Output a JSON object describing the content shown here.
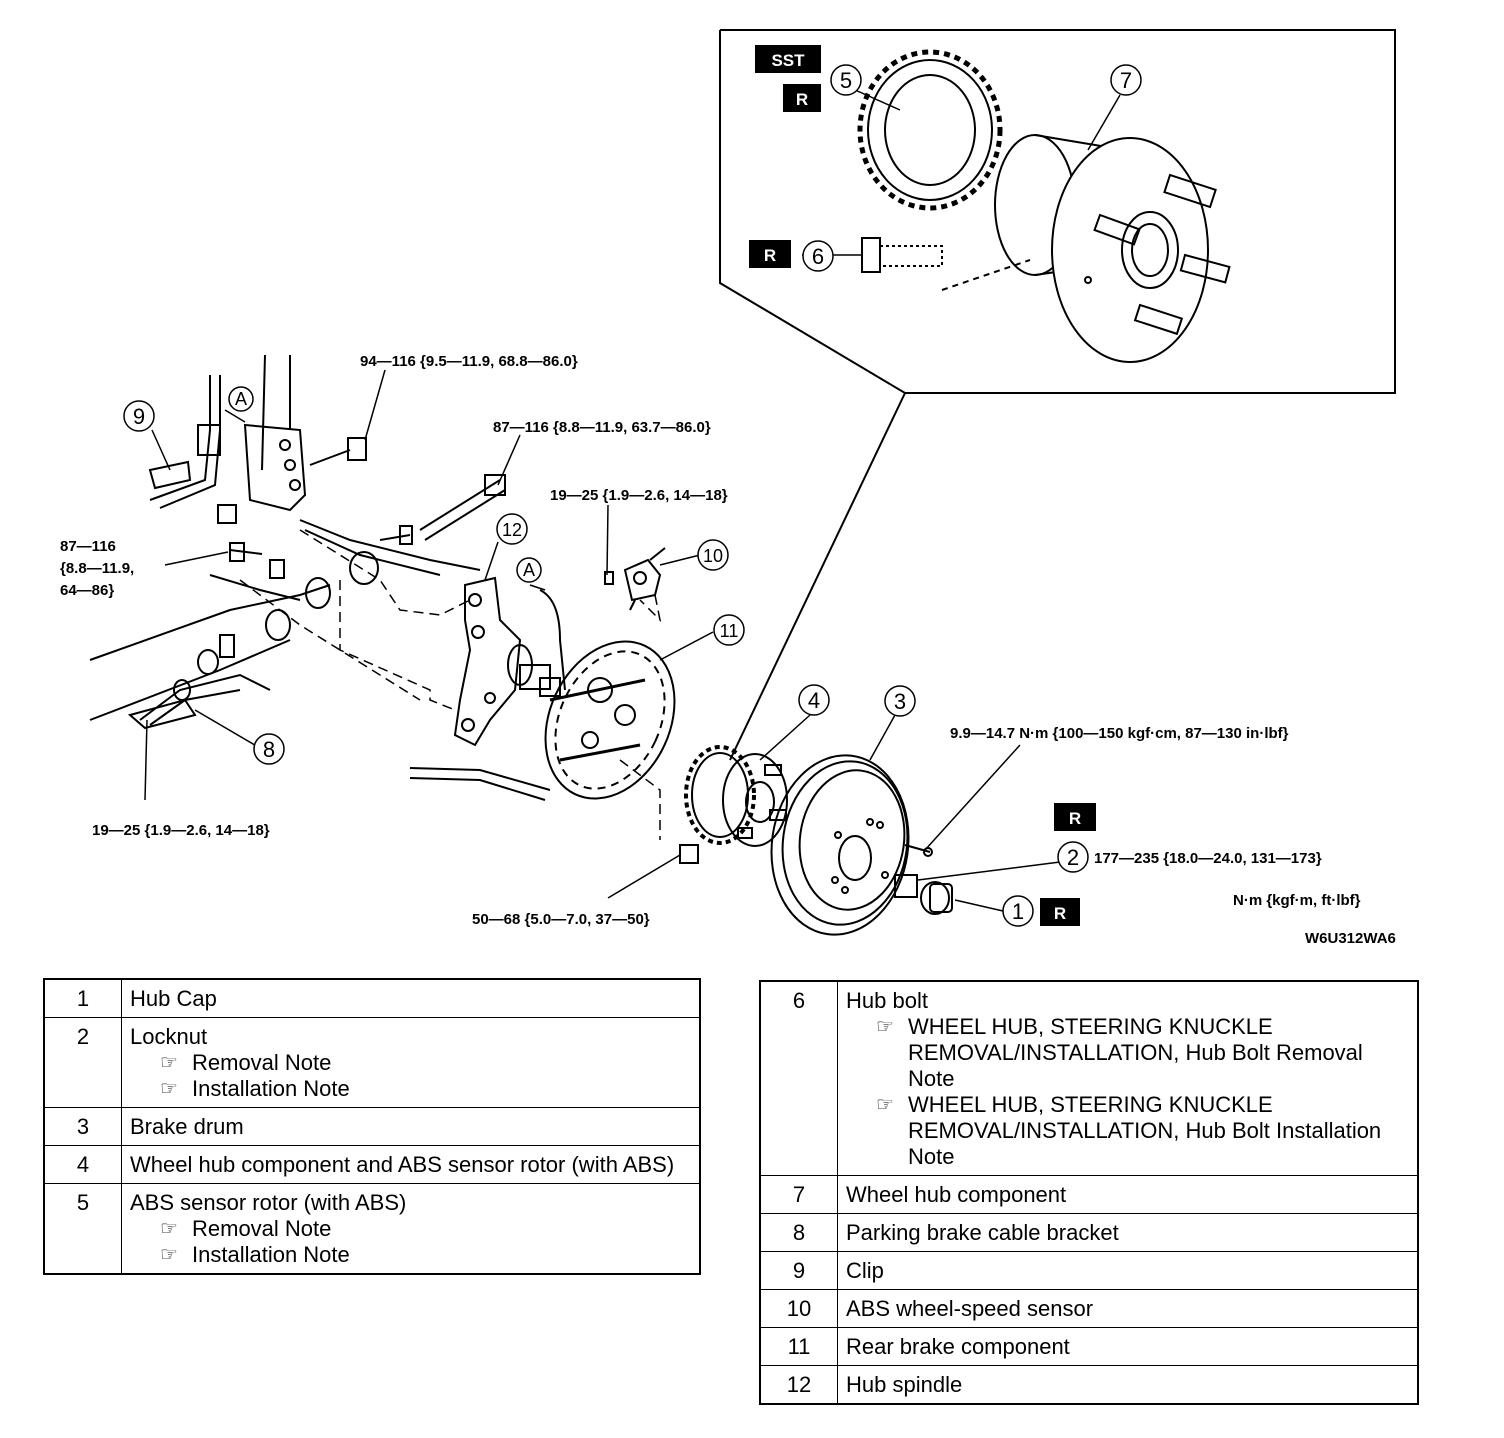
{
  "diagram": {
    "tags": {
      "sst": "SST",
      "r": "R"
    },
    "letter_a": "A",
    "torque": {
      "t94": "94—116 {9.5—11.9, 68.8—86.0}",
      "t87": "87—116 {8.8—11.9, 63.7—86.0}",
      "t19top": "19—25 {1.9—2.6, 14—18}",
      "t87left_line1": "87—116",
      "t87left_line2": "{8.8—11.9,",
      "t87left_line3": "64—86}",
      "t19bottom": "19—25 {1.9—2.6, 14—18}",
      "t50": "50—68 {5.0—7.0, 37—50}",
      "t99": "9.9—14.7 N·m {100—150 kgf·cm, 87—130 in·lbf}",
      "t177": "177—235 {18.0—24.0, 131—173}",
      "units": "N·m {kgf·m, ft·lbf}"
    },
    "callouts": {
      "c1": "1",
      "c2": "2",
      "c3": "3",
      "c4": "4",
      "c5": "5",
      "c6": "6",
      "c7": "7",
      "c8": "8",
      "c9": "9",
      "c10": "10",
      "c11": "11",
      "c12": "12"
    },
    "figure_code": "W6U312WA6"
  },
  "table_left": [
    {
      "no": "1",
      "name": "Hub Cap",
      "refs": []
    },
    {
      "no": "2",
      "name": "Locknut",
      "refs": [
        "Removal Note",
        "Installation Note"
      ]
    },
    {
      "no": "3",
      "name": "Brake drum",
      "refs": []
    },
    {
      "no": "4",
      "name": "Wheel hub component and ABS sensor rotor (with ABS)",
      "refs": []
    },
    {
      "no": "5",
      "name": "ABS sensor rotor (with ABS)",
      "refs": [
        "Removal Note",
        "Installation Note"
      ]
    }
  ],
  "table_right": [
    {
      "no": "6",
      "name": "Hub bolt",
      "refs": [
        "WHEEL HUB, STEERING KNUCKLE REMOVAL/INSTALLATION, Hub Bolt Removal Note",
        "WHEEL HUB, STEERING KNUCKLE REMOVAL/INSTALLATION, Hub Bolt Installation Note"
      ]
    },
    {
      "no": "7",
      "name": "Wheel hub component",
      "refs": []
    },
    {
      "no": "8",
      "name": "Parking brake cable bracket",
      "refs": []
    },
    {
      "no": "9",
      "name": "Clip",
      "refs": []
    },
    {
      "no": "10",
      "name": "ABS wheel-speed sensor",
      "refs": []
    },
    {
      "no": "11",
      "name": "Rear brake component",
      "refs": []
    },
    {
      "no": "12",
      "name": "Hub spindle",
      "refs": []
    }
  ]
}
